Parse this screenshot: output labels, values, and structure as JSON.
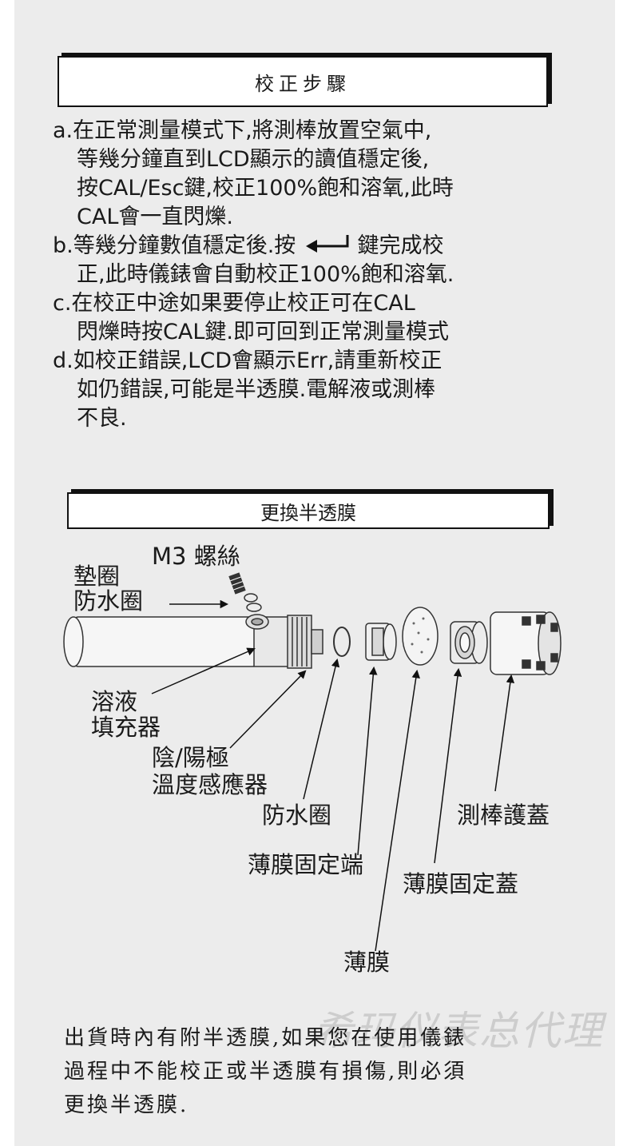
{
  "calibration": {
    "title": "校正步驟",
    "steps": [
      {
        "first": "a.在正常測量模式下,將測棒放置空氣中,",
        "cont": [
          "等幾分鐘直到LCD顯示的讀值穩定後,",
          "按CAL/Esc鍵,校正100%飽和溶氧,此時",
          "CAL會一直閃爍."
        ]
      },
      {
        "first_a": "b.等幾分鐘數值穩定後.按",
        "first_b": "鍵完成校",
        "cont": [
          "正,此時儀錶會自動校正100%飽和溶氧."
        ]
      },
      {
        "first": "c.在校正中途如果要停止校正可在CAL",
        "cont": [
          "閃爍時按CAL鍵.即可回到正常測量模式"
        ]
      },
      {
        "first": "d.如校正錯誤,LCD會顯示Err,請重新校正",
        "cont": [
          "如仍錯誤,可能是半透膜.電解液或測棒",
          "不良."
        ]
      }
    ]
  },
  "membrane": {
    "title": "更換半透膜",
    "labels": {
      "screw": "M3 螺絲",
      "gasket": "墊圈",
      "seal": "防水圈",
      "fill_1": "溶液",
      "fill_2": "填充器",
      "sensor_1": "陰/陽極",
      "sensor_2": "溫度感應器",
      "oring": "防水圈",
      "holder": "薄膜固定端",
      "cap_cover": "測棒護蓋",
      "membrane_cap": "薄膜固定蓋",
      "film": "薄膜"
    },
    "note": [
      "出貨時內有附半透膜,如果您在使用儀錶",
      "過程中不能校正或半透膜有損傷,則必須",
      "更換半透膜."
    ]
  },
  "watermark": "希玛仪表总代理",
  "icons": {
    "enter_key": "enter-key-icon"
  }
}
